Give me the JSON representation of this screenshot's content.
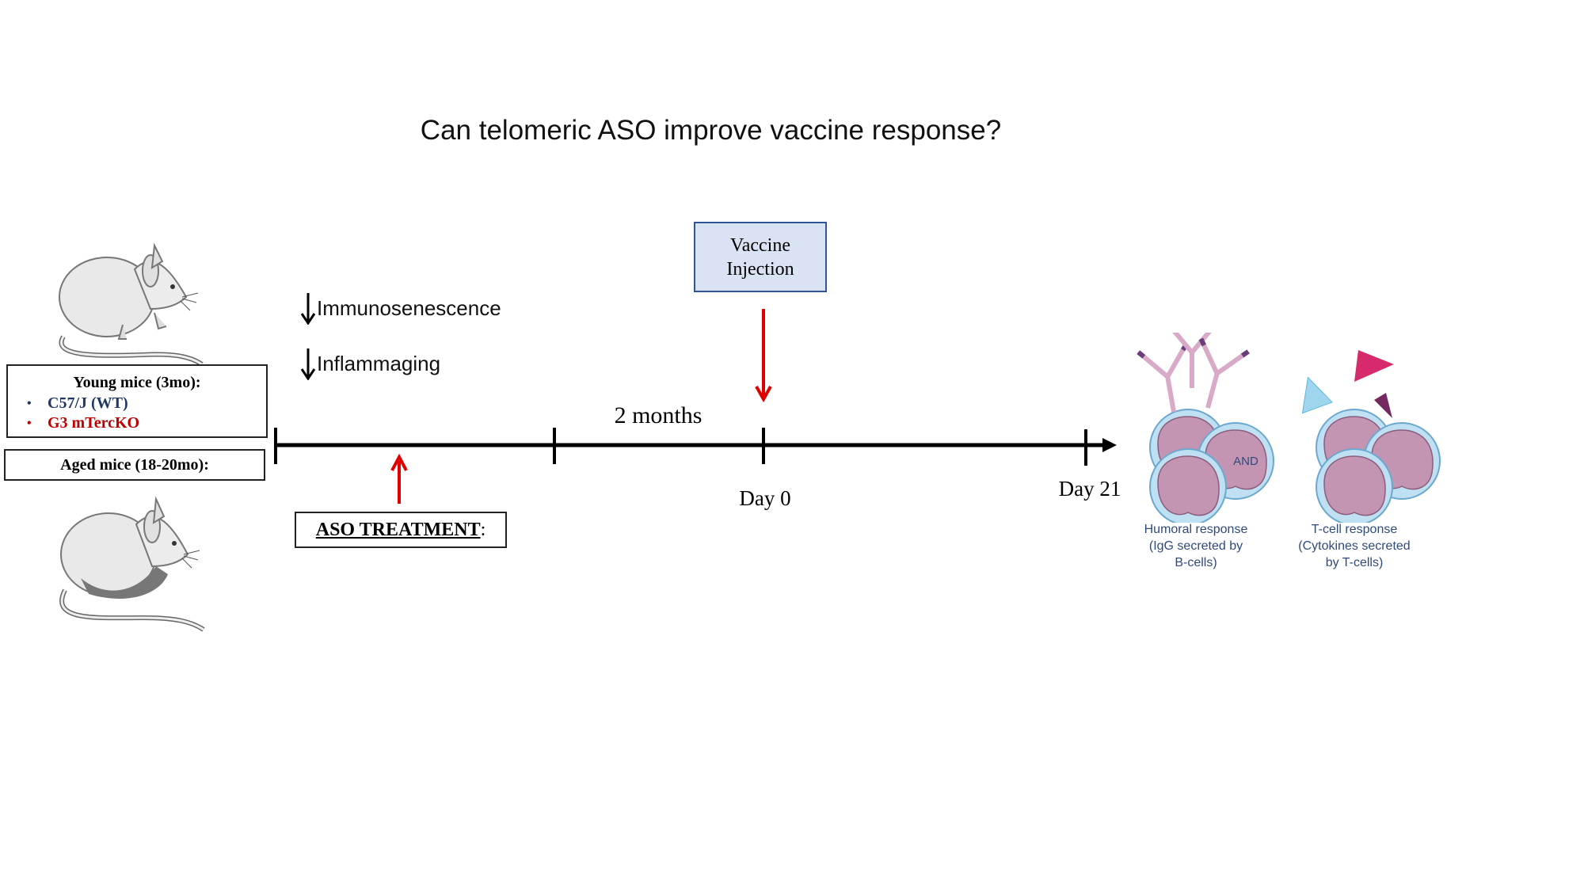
{
  "title": "Can telomeric ASO improve vaccine response?",
  "groups": {
    "young": {
      "heading": "Young mice (3mo):",
      "strains": [
        {
          "label": "C57/J (WT)",
          "color": "#1f3864"
        },
        {
          "label": "G3 mTercKO",
          "color": "#c00000"
        }
      ]
    },
    "aged": {
      "heading": "Aged mice (18-20mo):"
    }
  },
  "effects": [
    {
      "label": "Immunosenescence",
      "direction": "down"
    },
    {
      "label": "Inflammaging",
      "direction": "down"
    }
  ],
  "treatment": {
    "label": "ASO TREATMENT",
    "suffix": ":"
  },
  "vaccine": {
    "line1": "Vaccine",
    "line2": "Injection"
  },
  "timeline": {
    "duration": "2 months",
    "day0": "Day 0",
    "day21": "Day 21"
  },
  "outcomes": {
    "humoral": {
      "line1": "Humoral response",
      "line2": "(IgG secreted by",
      "line3": "B-cells)"
    },
    "connector": "AND",
    "tcell": {
      "line1": "T-cell response",
      "line2": "(Cytokines secreted",
      "line3": "by T-cells)"
    }
  },
  "colors": {
    "arrow_red": "#e00000",
    "vaccine_fill": "#dae3f3",
    "vaccine_border": "#2f5597",
    "text_blue": "#2f4a7c"
  }
}
